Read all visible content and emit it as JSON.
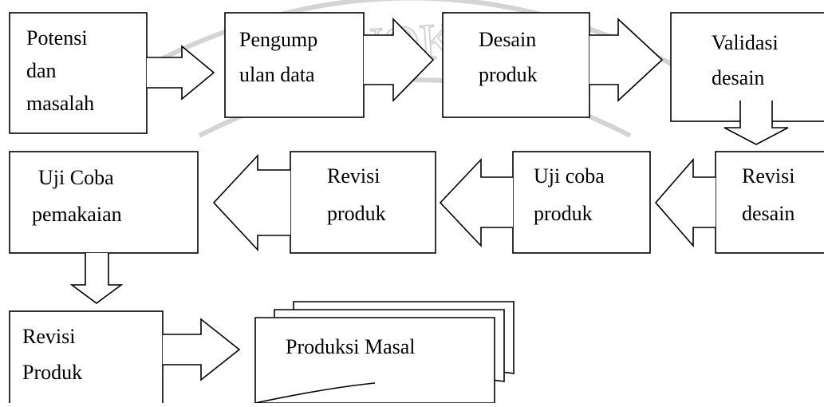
{
  "watermark": {
    "text": "PURWOKERTO"
  },
  "steps": {
    "s1": {
      "lines": [
        "Potensi",
        "dan",
        "masalah"
      ]
    },
    "s2": {
      "lines": [
        "Pengump",
        "ulan data"
      ]
    },
    "s3": {
      "lines": [
        "Desain",
        "produk"
      ]
    },
    "s4": {
      "lines": [
        "Validasi",
        "desain"
      ]
    },
    "s5": {
      "lines": [
        "Revisi",
        "desain"
      ]
    },
    "s6": {
      "lines": [
        "Uji coba",
        "produk"
      ]
    },
    "s7": {
      "lines": [
        "Revisi",
        "produk"
      ]
    },
    "s8": {
      "lines": [
        "Uji Coba",
        "pemakaian"
      ]
    },
    "s9": {
      "lines": [
        "Revisi",
        "Produk"
      ]
    },
    "s10": {
      "lines": [
        "Produksi Masal"
      ]
    }
  }
}
